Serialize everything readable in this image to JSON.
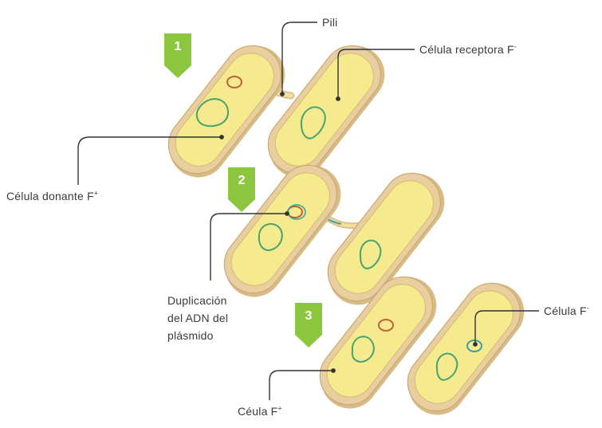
{
  "steps": [
    "1",
    "2",
    "3"
  ],
  "labels": {
    "pili": "Pili",
    "receptora": "Célula receptora F",
    "receptora_sup": "-",
    "donante": "Célula donante F",
    "donante_sup": "+",
    "duplicacion": [
      "Duplicación",
      "del ADN del",
      "plásmido"
    ],
    "celula_f_minus": "Célula F",
    "celula_f_minus_sup": "-",
    "ceula_f_plus": "Céula F",
    "ceula_f_plus_sup": "+"
  },
  "colors": {
    "badge": "#8cc63f",
    "membrane_outer": "#e4c79a",
    "membrane_rim": "#c8a873",
    "cytoplasm": "#f6ea8e",
    "chromosome": "#4aa36e",
    "plasmid": "#c0613a",
    "plasmid_copy": "#3aa0a0",
    "leader": "#333333"
  }
}
